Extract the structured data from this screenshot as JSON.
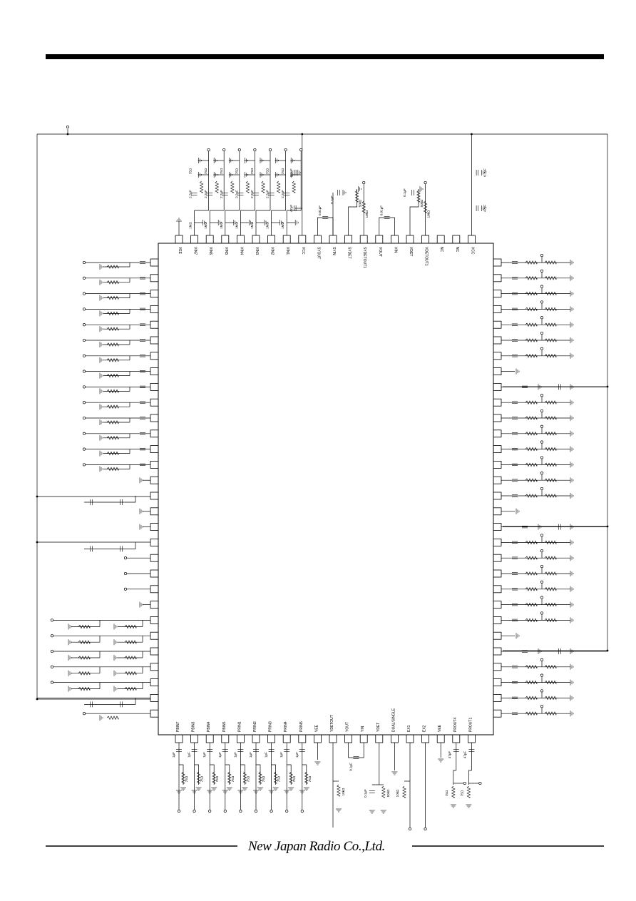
{
  "brand": "New Japan Radio Co.,Ltd.",
  "chip": {
    "top_pins": [
      "VEE",
      "VIN7",
      "VIN6",
      "VIN5",
      "VIN4",
      "VIN3",
      "VIN2",
      "VIN1",
      "VCC",
      "SYOUT",
      "SYIN",
      "SYDET",
      "SYDETOUT1",
      "VOUT",
      "VIN",
      "VDET",
      "VDETOUT1",
      "NC",
      "NC",
      "VCC"
    ],
    "bottom_pins": [
      "PBIN7",
      "PBIN3",
      "PBIN4",
      "PBIN5",
      "PRIN1",
      "PRIN2",
      "PRIN3",
      "PRIN4",
      "PRIN5",
      "VEE",
      "YDETOUT",
      "YOUT",
      "YIN",
      "YDET",
      "DUAL/SINGLE",
      "EX1",
      "EX2",
      "VEE",
      "PROUT4",
      "PROUT1"
    ]
  },
  "components": {
    "r75": "75Ω",
    "c22": "2.2μF",
    "r1m": "1MΩ",
    "c01": "0.1μF",
    "c47": "47μF",
    "c001": "0.01μF",
    "r50k": "50kΩ",
    "r10k": "10kΩ",
    "c1": "1μF",
    "c47b": "47μF"
  }
}
